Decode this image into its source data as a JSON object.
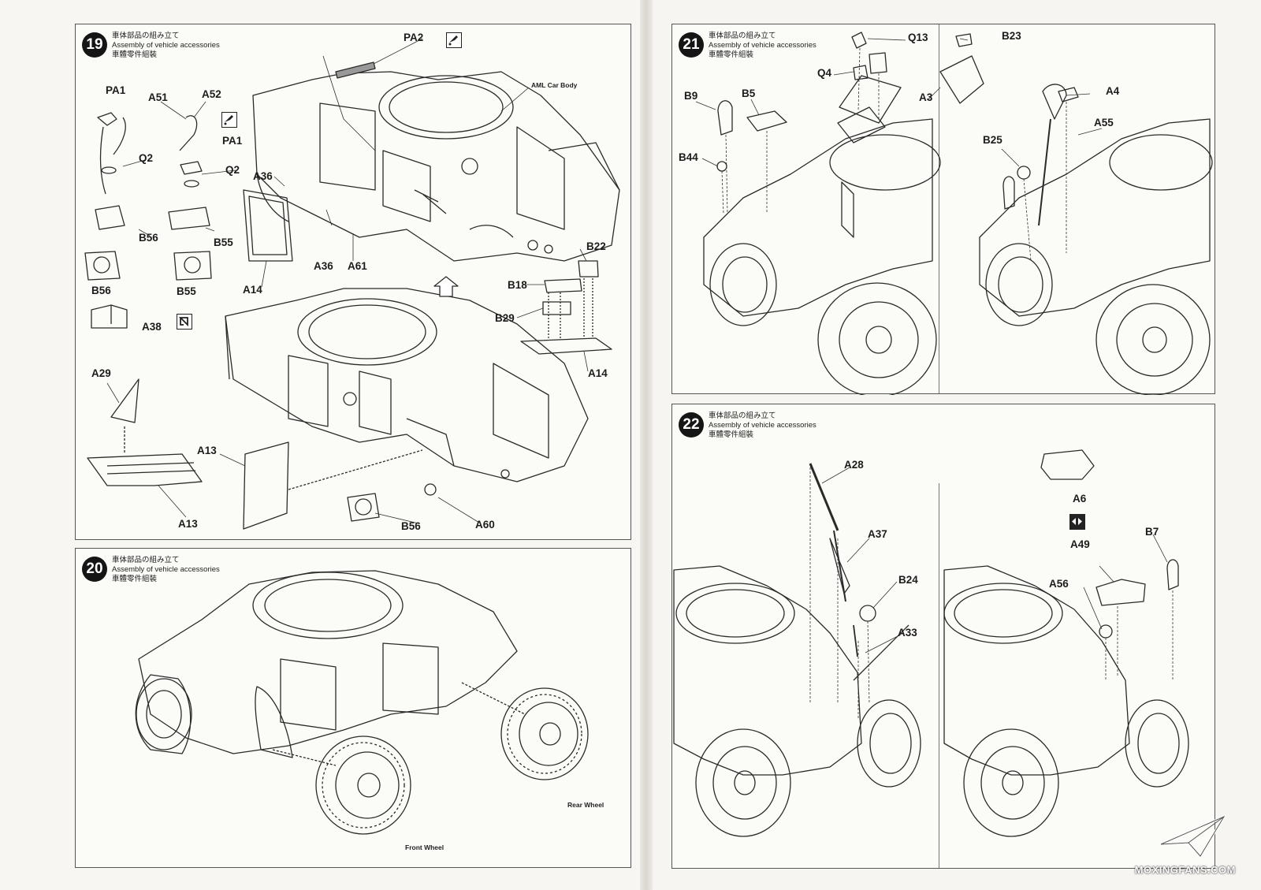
{
  "steps": [
    {
      "number": "19",
      "title_jp": "車体部品の組み立て",
      "title_en": "Assembly of vehicle accessories",
      "title_zh": "車體零件組裝"
    },
    {
      "number": "20",
      "title_jp": "車体部品の組み立て",
      "title_en": "Assembly of vehicle accessories",
      "title_zh": "車體零件組裝"
    },
    {
      "number": "21",
      "title_jp": "車体部品の組み立て",
      "title_en": "Assembly of vehicle accessories",
      "title_zh": "車體零件組裝"
    },
    {
      "number": "22",
      "title_jp": "車体部品の組み立て",
      "title_en": "Assembly of vehicle accessories",
      "title_zh": "車體零件組裝"
    }
  ],
  "step19": {
    "parts": {
      "pa2": "PA2",
      "pa1_a": "PA1",
      "a51": "A51",
      "a52": "A52",
      "pa1_b": "PA1",
      "q2_a": "Q2",
      "q2_b": "Q2",
      "a36_a": "A36",
      "b56_a": "B56",
      "b55_a": "B55",
      "b56_b": "B56",
      "b55_b": "B55",
      "a38": "A38",
      "a36_b": "A36",
      "a61": "A61",
      "a14_a": "A14",
      "b22": "B22",
      "b18": "B18",
      "b29": "B29",
      "a14_b": "A14",
      "a29": "A29",
      "a13_a": "A13",
      "a13_b": "A13",
      "b56_c": "B56",
      "a60": "A60"
    },
    "body_note": "AML Car Body"
  },
  "step20": {
    "rear_wheel": "Rear Wheel",
    "front_wheel": "Front Wheel"
  },
  "step21": {
    "parts": {
      "q13": "Q13",
      "b23": "B23",
      "q4": "Q4",
      "a3": "A3",
      "b9": "B9",
      "b5": "B5",
      "a4": "A4",
      "a55": "A55",
      "b44": "B44",
      "b25": "B25"
    }
  },
  "step22": {
    "parts": {
      "a28": "A28",
      "a37": "A37",
      "b24": "B24",
      "a33": "A33",
      "a6": "A6",
      "a49": "A49",
      "b7": "B7",
      "a56": "A56"
    }
  },
  "icons": [
    "glue-icon",
    "glue-icon",
    "flip-icon",
    "paint-icon",
    "symmetric-icon"
  ],
  "watermark": "MOXINGFANS.COM",
  "colors": {
    "ink": "#1c1c1c",
    "paper": "#f7f6f2",
    "panel_border": "#555555"
  }
}
